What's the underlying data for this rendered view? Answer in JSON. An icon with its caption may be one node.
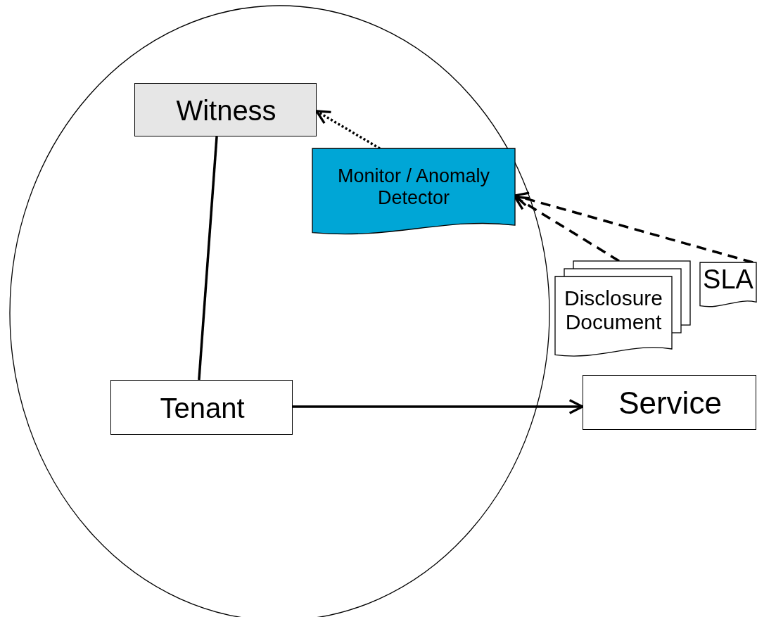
{
  "diagram": {
    "nodes": [
      {
        "text": [],
        "shape": "ellipse"
      },
      {
        "text": [
          "Witness"
        ],
        "in": 0
      },
      {
        "text": [
          "Monitor / Anomaly Detector"
        ],
        "in": 0
      },
      {
        "text": [
          "Tenant"
        ],
        "in": 0
      },
      {
        "text": [
          "Disclosure Document"
        ]
      },
      {
        "text": [
          "SLA"
        ]
      },
      {
        "text": [
          "Service"
        ]
      }
    ],
    "edges": [
      {
        "from": 2,
        "to": 1,
        "arrow": "to",
        "style": "dashed"
      },
      {
        "from": 1,
        "to": 3,
        "arrow": "none"
      },
      {
        "from": 4,
        "to": 2,
        "arrow": "to",
        "style": "dashed"
      },
      {
        "from": 5,
        "to": 2,
        "arrow": "to",
        "style": "dashed"
      },
      {
        "from": 3,
        "to": 6,
        "arrow": "to"
      }
    ]
  }
}
